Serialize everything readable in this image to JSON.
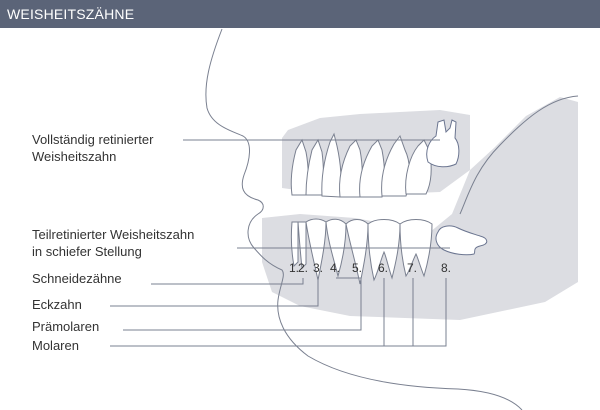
{
  "header": {
    "title": "WEISHEITSZÄHNE"
  },
  "labels": {
    "impacted_line1": "Vollständig retinierter",
    "impacted_line2": "Weisheitszahn",
    "partial_line1": "Teilretinierter Weisheitszahn",
    "partial_line2": "in schiefer Stellung",
    "incisors": "Schneidezähne",
    "canine": "Eckzahn",
    "premolars": "Prämolaren",
    "molars": "Molaren"
  },
  "tooth_numbers": [
    "1.",
    "2.",
    "3.",
    "4.",
    "5.",
    "6.",
    "7.",
    "8."
  ],
  "colors": {
    "header_bg": "#5b6478",
    "bone_shade": "#dcdde2",
    "outline": "#7a8090",
    "wisdom_tooth": "#6b7590",
    "text": "#333333"
  }
}
